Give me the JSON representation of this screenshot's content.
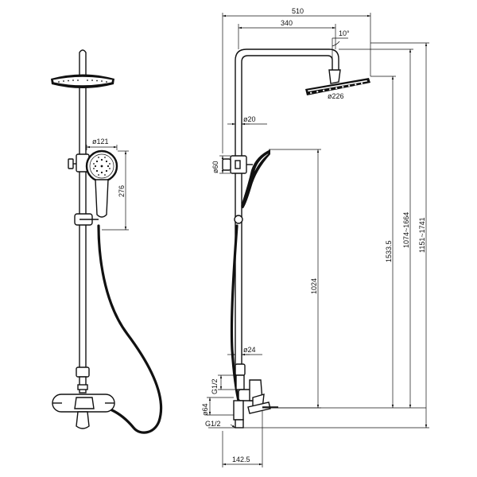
{
  "dimensions": {
    "top_width": "510",
    "arm_length": "340",
    "tilt_angle": "10°",
    "head_diameter": "ø226",
    "pipe_diameter": "ø20",
    "bracket_diameter": "ø60",
    "hand_shower_diameter": "ø121",
    "hand_shower_length": "276",
    "height_1024": "1024",
    "lower_pipe_diameter": "ø24",
    "thread_upper": "G1/2",
    "escutcheon_diameter": "ø64",
    "thread_lower": "G1/2",
    "base_width": "142.5",
    "height_1533": "1533.5",
    "height_adjust": "1074~1664",
    "height_total": "1151~1741"
  }
}
